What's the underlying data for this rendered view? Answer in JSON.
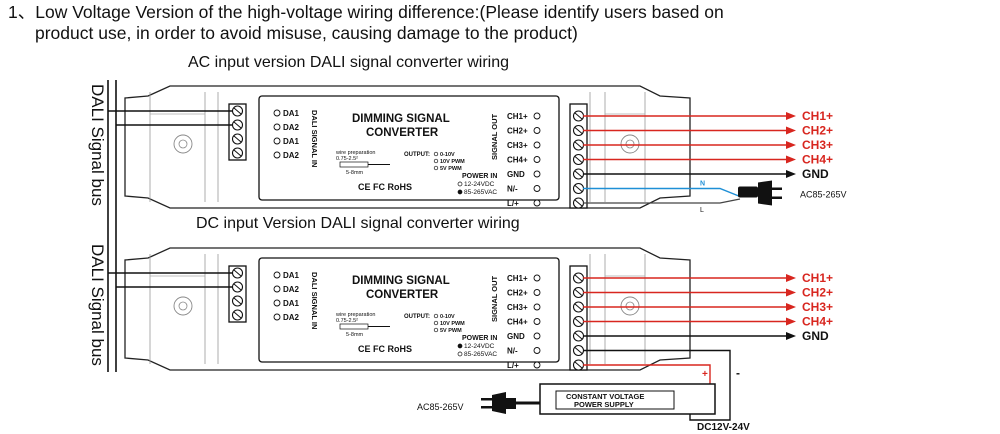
{
  "heading": {
    "line1": "1、Low Voltage Version of the high-voltage wiring difference:(Please identify users based on",
    "line2": "product use, in order to avoid misuse, causing damage to the product)"
  },
  "side_label": "DALI Signal bus",
  "panels": [
    {
      "title": "AC input version DALI signal converter wiring",
      "device": {
        "name_line1": "DIMMING SIGNAL",
        "name_line2": "CONVERTER",
        "dali_in_label": "DALI SIGNAL IN",
        "dali_terms": [
          "DA1",
          "DA2",
          "DA1",
          "DA2"
        ],
        "wire_prep": "wire preparation",
        "wire_gauge": "0.75-2.5²",
        "strip_len": "5-8mm",
        "output_label": "OUTPUT:",
        "output_options": [
          "0-10V",
          "10V PWM",
          "5V PWM"
        ],
        "signal_out_label": "SIGNAL OUT",
        "out_terms": [
          "CH1+",
          "CH2+",
          "CH3+",
          "CH4+",
          "GND",
          "N/-",
          "L/+"
        ],
        "power_in_label": "POWER IN",
        "power_options": [
          "12-24VDC",
          "85-265VAC"
        ],
        "power_selected": 1,
        "certs": "CE FC RoHS"
      },
      "outputs": [
        "CH1+",
        "CH2+",
        "CH3+",
        "CH4+",
        "GND"
      ],
      "mains_wires": [
        "N",
        "L"
      ],
      "mains_label": "AC85-265V"
    },
    {
      "title": "DC input Version DALI signal converter wiring",
      "device": {
        "name_line1": "DIMMING SIGNAL",
        "name_line2": "CONVERTER",
        "dali_in_label": "DALI SIGNAL IN",
        "dali_terms": [
          "DA1",
          "DA2",
          "DA1",
          "DA2"
        ],
        "wire_prep": "wire preparation",
        "wire_gauge": "0.75-2.5²",
        "strip_len": "5-8mm",
        "output_label": "OUTPUT:",
        "output_options": [
          "0-10V",
          "10V PWM",
          "5V PWM"
        ],
        "signal_out_label": "SIGNAL OUT",
        "out_terms": [
          "CH1+",
          "CH2+",
          "CH3+",
          "CH4+",
          "GND",
          "N/-",
          "L/+"
        ],
        "power_in_label": "POWER IN",
        "power_options": [
          "12-24VDC",
          "85-265VAC"
        ],
        "power_selected": 0,
        "certs": "CE FC RoHS"
      },
      "outputs": [
        "CH1+",
        "CH2+",
        "CH3+",
        "CH4+",
        "GND"
      ],
      "psu": {
        "label_line1": "CONSTANT VOLTAGE",
        "label_line2": "POWER SUPPLY",
        "plus": "+",
        "minus": "-",
        "output_label": "DC12V-24V",
        "mains_label": "AC85-265V"
      }
    }
  ],
  "colors": {
    "positive": "#d8261f",
    "neutral": "#1e8fd6",
    "ground": "#111111",
    "device_fill": "#ffffff",
    "case_line": "#222222"
  }
}
